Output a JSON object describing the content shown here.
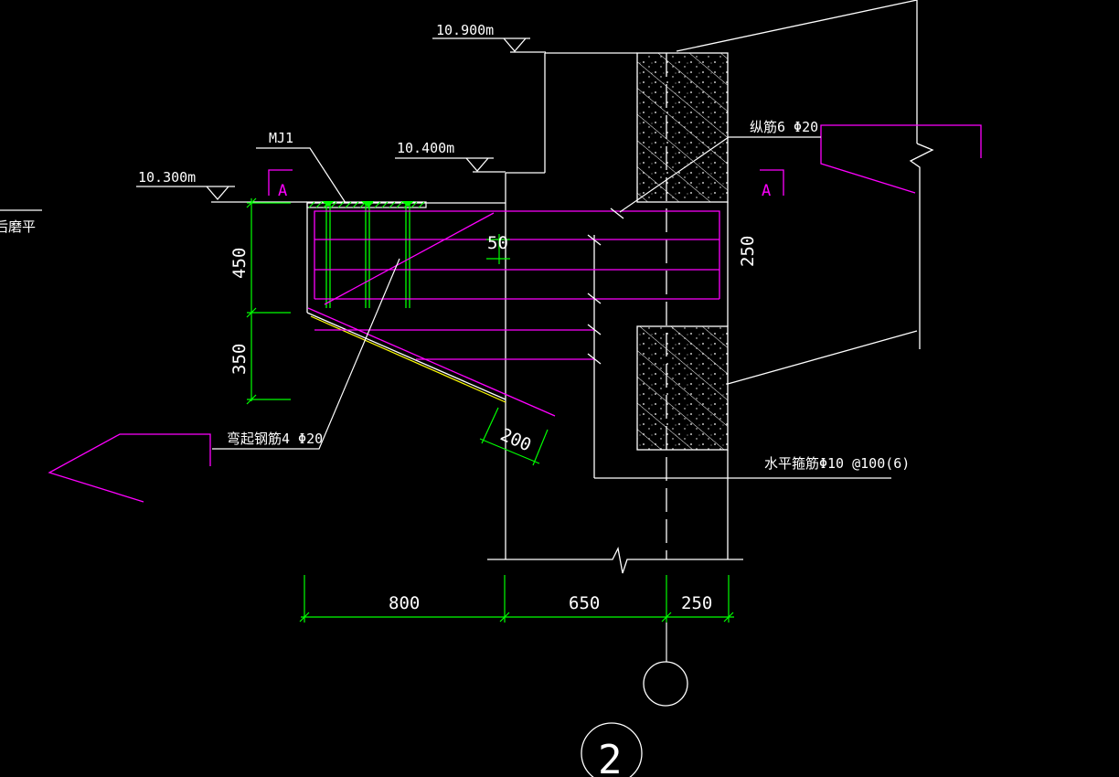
{
  "colors": {
    "background": "#000000",
    "line": "#ffffff",
    "dimension": "#00ff00",
    "rebar": "#ff00ff",
    "section_mark": "#ff00ff",
    "slab_edge": "#ffff00"
  },
  "elevations": {
    "top": "10.900m",
    "mid": "10.400m",
    "left": "10.300m"
  },
  "labels": {
    "embedded_part": "MJ1",
    "longitudinal_rebar": "纵筋6 Φ20",
    "bent_rebar": "弯起钢筋4 Φ20",
    "horizontal_stirrup": "水平箍筋Φ10 @100(6)",
    "section_a_left": "A",
    "section_a_right": "A",
    "cut_text": "后磨平",
    "detail_number": "2"
  },
  "dimensions": {
    "h_800": "800",
    "h_650": "650",
    "h_250": "250",
    "v_450": "450",
    "v_350": "350",
    "v_250": "250",
    "spacing_50": "50",
    "diag_200": "200"
  }
}
